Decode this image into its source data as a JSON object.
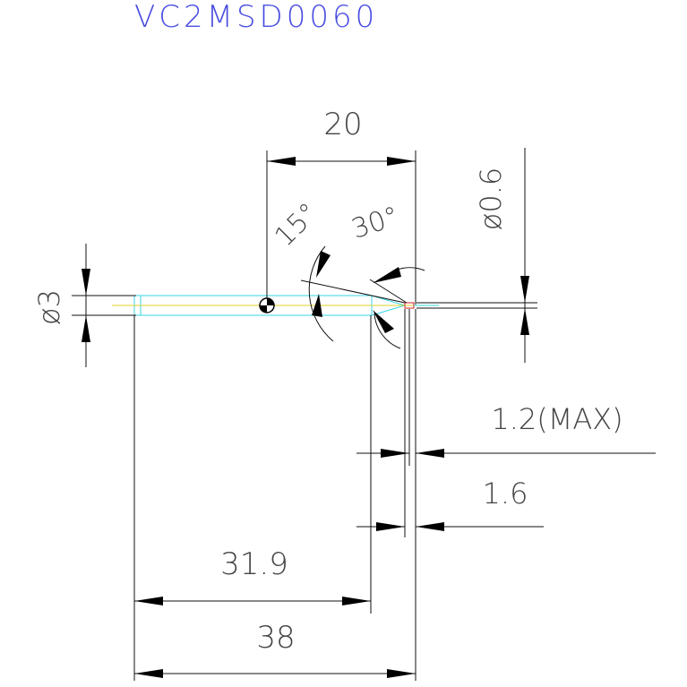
{
  "title": "VC2MSD0060",
  "colors": {
    "title": "#4a4ee0",
    "line": "#111111",
    "text": "#444444",
    "tool_outline": "#37d6e6",
    "centerline": "#e0d22a",
    "tip_accent": "#cc2222"
  },
  "dimensions": {
    "overall_length": "38",
    "body_length": "31.9",
    "tip_offset": "20",
    "shank_diameter": "ø3",
    "tip_diameter": "ø0.6",
    "max_flute": "1.2(MAX)",
    "flute_length": "1.6",
    "angle_15": "15°",
    "angle_30": "30°"
  },
  "icons": {
    "center_mark": "centroid-mark-icon"
  }
}
